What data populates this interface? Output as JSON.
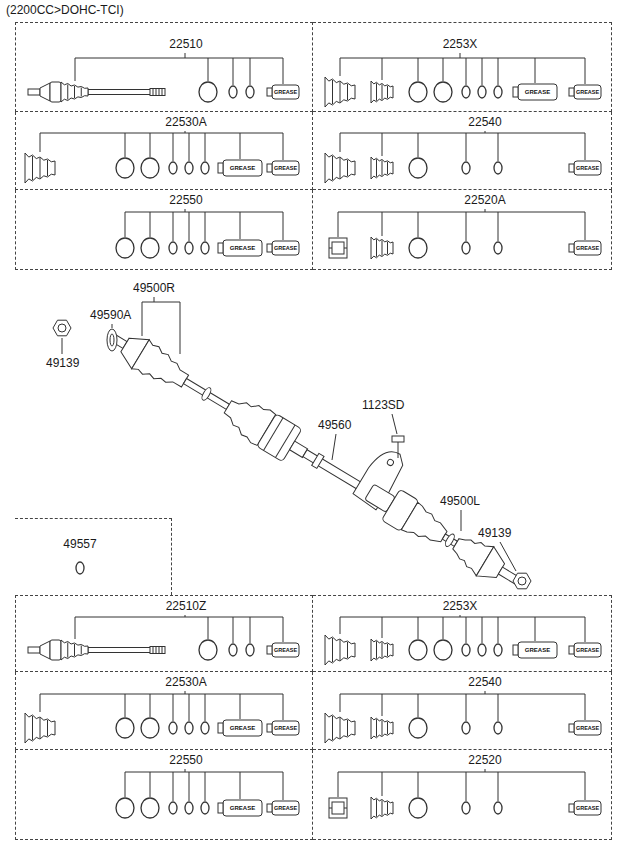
{
  "diagram": {
    "title": "(2200CC>DOHC-TCI)",
    "nodes": [
      {
        "text": [
          "22510"
        ]
      },
      {
        "text": [
          "2253X"
        ]
      },
      {
        "text": [
          "22530A"
        ]
      },
      {
        "text": [
          "22540"
        ]
      },
      {
        "text": [
          "22550"
        ]
      },
      {
        "text": [
          "22520A"
        ]
      },
      {
        "text": [
          "49557"
        ]
      },
      {
        "text": [
          "22510Z"
        ]
      },
      {
        "text": [
          "2253X"
        ]
      },
      {
        "text": [
          "22530A"
        ]
      },
      {
        "text": [
          "22540"
        ]
      },
      {
        "text": [
          "22550"
        ]
      },
      {
        "text": [
          "22520"
        ]
      }
    ],
    "edges": [],
    "labels": [
      "GREASE",
      "GREASE",
      "GREASE",
      "GREASE",
      "GREASE",
      "GREASE",
      "GREASE",
      "GREASE",
      "GREASE",
      "49500R",
      "49590A",
      "49139",
      "1123SD",
      "49560",
      "49500L",
      "49139",
      "GREASE",
      "GREASE",
      "GREASE",
      "GREASE",
      "GREASE",
      "GREASE",
      "GREASE",
      "GREASE",
      "GREASE"
    ]
  }
}
